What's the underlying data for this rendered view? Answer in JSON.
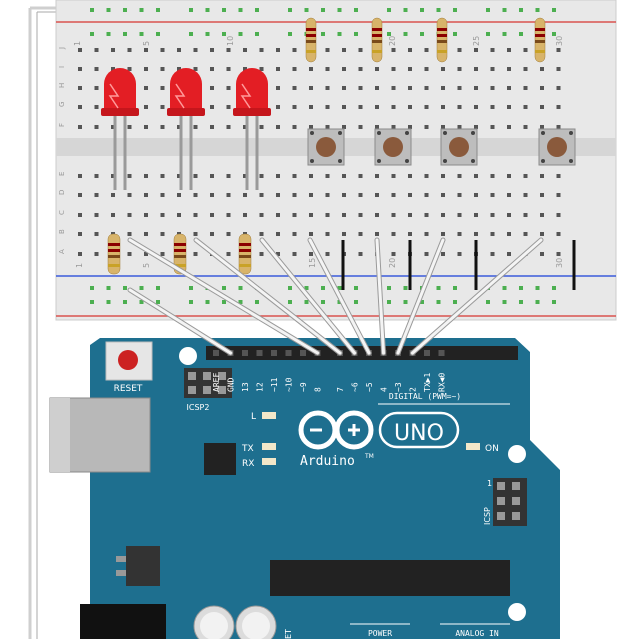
{
  "breadboard": {
    "row_letters_top": [
      "J",
      "I",
      "H",
      "G",
      "F"
    ],
    "row_letters_bottom": [
      "E",
      "D",
      "C",
      "B",
      "A"
    ],
    "column_numbers": [
      "1",
      "5",
      "10",
      "15",
      "20",
      "25",
      "30"
    ]
  },
  "arduino": {
    "reset_label": "RESET",
    "icsp2_label": "ICSP2",
    "icsp_label": "ICSP",
    "digital_label": "DIGITAL (PWM=~)",
    "pin_labels": [
      "AREF",
      "GND",
      "13",
      "12",
      "~11",
      "~10",
      "~9",
      "8",
      "7",
      "~6",
      "~5",
      "4",
      "~3",
      "2",
      "TX▶1",
      "RX◀0"
    ],
    "led_l": "L",
    "led_tx": "TX",
    "led_rx": "RX",
    "led_on": "ON",
    "brand": "Arduino",
    "trademark": "TM",
    "model": "UNO",
    "icsp_pin1": "1",
    "power_label": "POWER",
    "analog_label": "ANALOG IN",
    "bottom_cut_label": "ET"
  },
  "colors": {
    "board": "#1e6f8f",
    "breadboard": "#e6e6e6",
    "rail_red": "#d9534f",
    "rail_blue": "#3b5bdb",
    "led_red": "#e31e24",
    "wire": "#f2f2f2",
    "hole_green": "#4caf50",
    "button_brown": "#8a5a3c"
  }
}
